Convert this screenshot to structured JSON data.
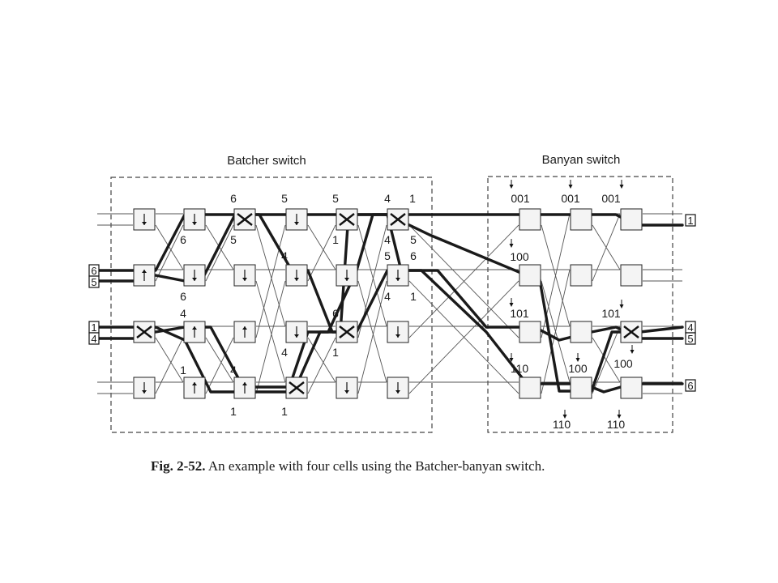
{
  "diagram": {
    "batcher_title": "Batcher switch",
    "banyan_title": "Banyan switch",
    "inputs": [
      "6",
      "5",
      "1",
      "4"
    ],
    "outputs": [
      "1",
      "4",
      "5",
      "6"
    ],
    "batcher_labels": [
      "6",
      "5",
      "5",
      "4",
      "1",
      "6",
      "5",
      "4",
      "1",
      "4",
      "5",
      "5",
      "6",
      "6",
      "4",
      "1",
      "4",
      "6",
      "4",
      "1",
      "1",
      "4",
      "1",
      "1"
    ],
    "banyan_labels": [
      "001",
      "001",
      "001",
      "100",
      "101",
      "101",
      "110",
      "100",
      "100",
      "110",
      "110"
    ],
    "colors": {
      "ink": "#1a1a1a",
      "thin": "#555555",
      "box_fill": "#f4f4f4",
      "dash": "#444444"
    }
  },
  "caption": {
    "fig": "Fig. 2-52.",
    "text": "An example with four cells using the Batcher-banyan switch."
  }
}
